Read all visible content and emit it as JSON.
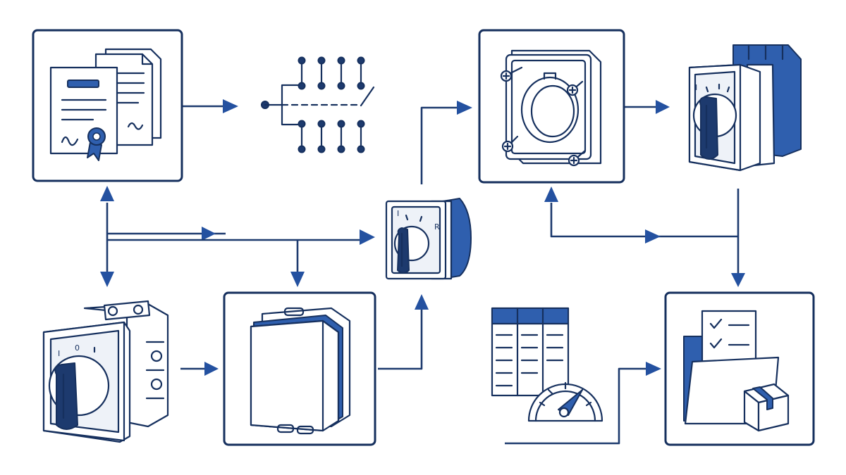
{
  "colors": {
    "stroke": "#16305e",
    "accent": "#2f5fae",
    "knob": "#1d3a6e",
    "arrow": "#2451a0",
    "background": "#ffffff"
  },
  "dial_marks": {
    "switch_left": [
      "I",
      "0"
    ],
    "switch_center": [
      "I",
      "R"
    ],
    "switch_top_right": [
      "I"
    ]
  },
  "nodes": [
    {
      "id": "documents",
      "icon": "certificate-documents-icon"
    },
    {
      "id": "wiring",
      "icon": "circuit-schematic-icon"
    },
    {
      "id": "rotary-switch-center",
      "icon": "rotary-switch-icon"
    },
    {
      "id": "mounting-plate",
      "icon": "mounting-plate-icon"
    },
    {
      "id": "rotary-switch-top-right",
      "icon": "rotary-switch-icon"
    },
    {
      "id": "rotary-switch-left",
      "icon": "rotary-switch-icon"
    },
    {
      "id": "enclosure",
      "icon": "enclosure-icon"
    },
    {
      "id": "data-performance",
      "icon": "table-gauge-icon"
    },
    {
      "id": "packaging",
      "icon": "folder-checklist-package-icon"
    }
  ]
}
